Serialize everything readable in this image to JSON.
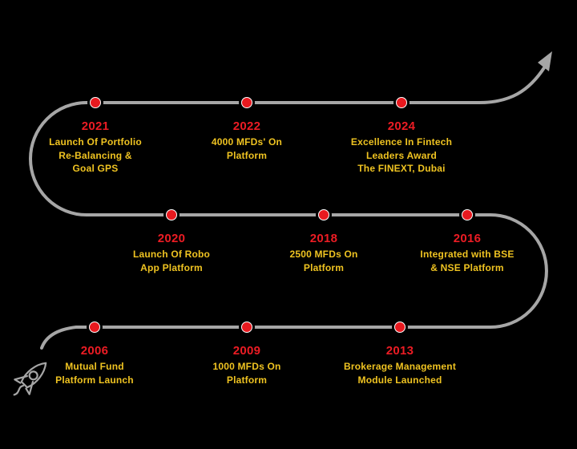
{
  "colors": {
    "bg": "#000000",
    "line_gray": "#a6a6a6",
    "year_red": "#ec1c24",
    "label_yellow": "#efc321",
    "dot_red": "#e8191f",
    "dot_white": "#ffffff"
  },
  "milestones": [
    {
      "year": "2006",
      "lines": [
        "Mutual Fund",
        "Platform Launch"
      ]
    },
    {
      "year": "2009",
      "lines": [
        "1000 MFDs On",
        "Platform"
      ]
    },
    {
      "year": "2013",
      "lines": [
        "Brokerage Management",
        "Module Launched"
      ]
    },
    {
      "year": "2016",
      "lines": [
        "Integrated with BSE",
        "& NSE Platform"
      ]
    },
    {
      "year": "2018",
      "lines": [
        "2500 MFDs On",
        "Platform"
      ]
    },
    {
      "year": "2020",
      "lines": [
        "Launch Of Robo",
        "App Platform"
      ]
    },
    {
      "year": "2021",
      "lines": [
        "Launch Of Portfolio",
        "Re-Balancing &",
        "Goal GPS"
      ]
    },
    {
      "year": "2022",
      "lines": [
        "4000 MFDs' On",
        "Platform"
      ]
    },
    {
      "year": "2024",
      "lines": [
        "Excellence In Fintech",
        "Leaders Award",
        "The FINEXT, Dubai"
      ]
    }
  ]
}
